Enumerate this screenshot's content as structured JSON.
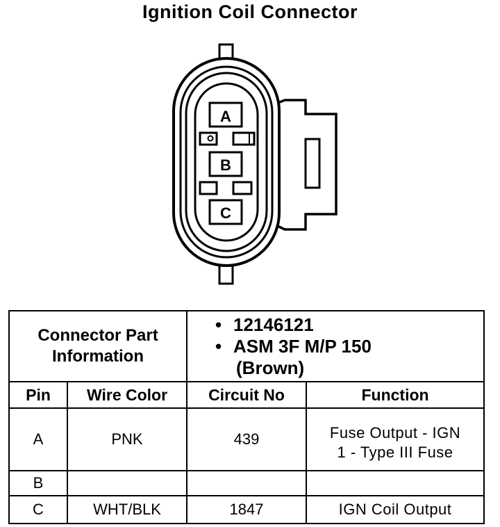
{
  "title": "Ignition Coil Connector",
  "connector": {
    "cavities": [
      "A",
      "B",
      "C"
    ]
  },
  "part_info": {
    "label_line1": "Connector Part",
    "label_line2": "Information",
    "bullet": "•",
    "part_number": "12146121",
    "assembly_line1": "ASM 3F M/P 150",
    "assembly_line2": "(Brown)"
  },
  "table": {
    "headers": {
      "pin": "Pin",
      "wire_color": "Wire Color",
      "circuit_no": "Circuit No",
      "function": "Function"
    },
    "rows": [
      {
        "pin": "A",
        "wire_color": "PNK",
        "circuit_no": "439",
        "function_line1": "Fuse Output - IGN",
        "function_line2": "1 - Type III Fuse"
      },
      {
        "pin": "B",
        "wire_color": "",
        "circuit_no": "",
        "function_line1": "",
        "function_line2": ""
      },
      {
        "pin": "C",
        "wire_color": "WHT/BLK",
        "circuit_no": "1847",
        "function_line1": "IGN Coil Output",
        "function_line2": ""
      }
    ]
  }
}
